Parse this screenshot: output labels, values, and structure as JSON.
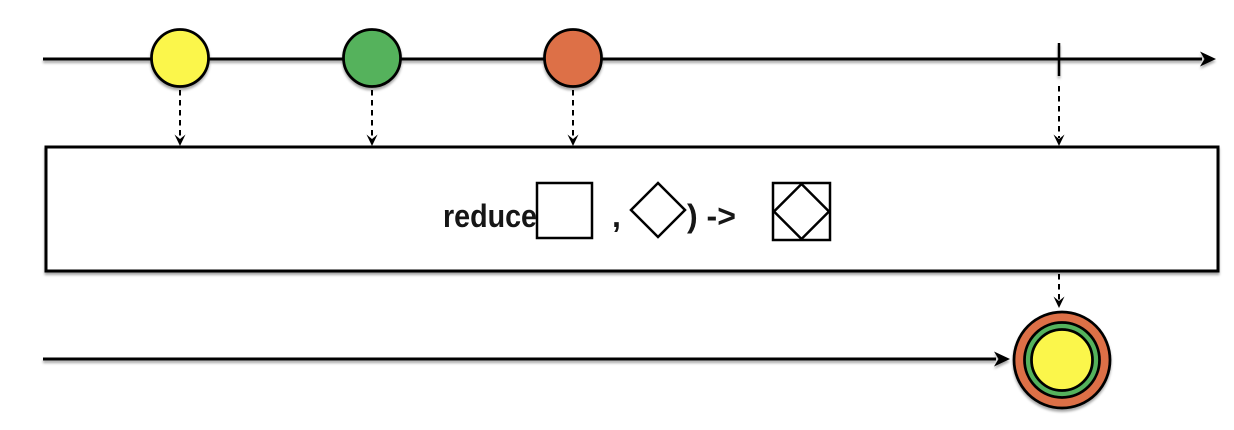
{
  "diagram": {
    "type": "marble-diagram",
    "formula": {
      "prefix": "reduce",
      "separator": ",",
      "arrow_result": ") ->"
    },
    "colors": {
      "yellow": "#FBF64B",
      "green": "#55B25C",
      "orange": "#DD7047",
      "stroke": "#000000",
      "box_fill": "#FFFFFF"
    },
    "input_stream": {
      "marbles": [
        {
          "id": "marble-1",
          "color_key": "yellow"
        },
        {
          "id": "marble-2",
          "color_key": "green"
        },
        {
          "id": "marble-3",
          "color_key": "orange"
        }
      ],
      "has_completion_tick": true
    },
    "output_stream": {
      "marble_rings_outer_to_inner": [
        "orange",
        "green",
        "yellow"
      ]
    }
  }
}
